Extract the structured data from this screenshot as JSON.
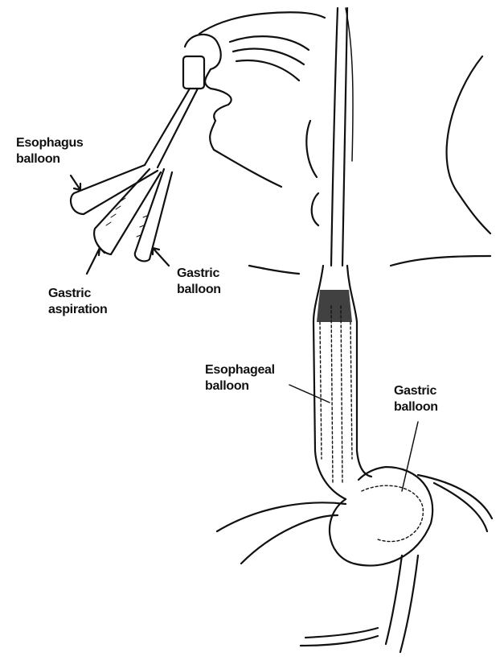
{
  "diagram": {
    "labels": {
      "esophagus_balloon_port": [
        "Esophagus",
        "balloon"
      ],
      "gastric_aspiration_port": [
        "Gastric",
        "aspiration"
      ],
      "gastric_balloon_port": [
        "Gastric",
        "balloon"
      ],
      "esophageal_balloon": [
        "Esophageal",
        "balloon"
      ],
      "gastric_balloon": [
        "Gastric",
        "balloon"
      ]
    },
    "line_color": "#111111"
  }
}
